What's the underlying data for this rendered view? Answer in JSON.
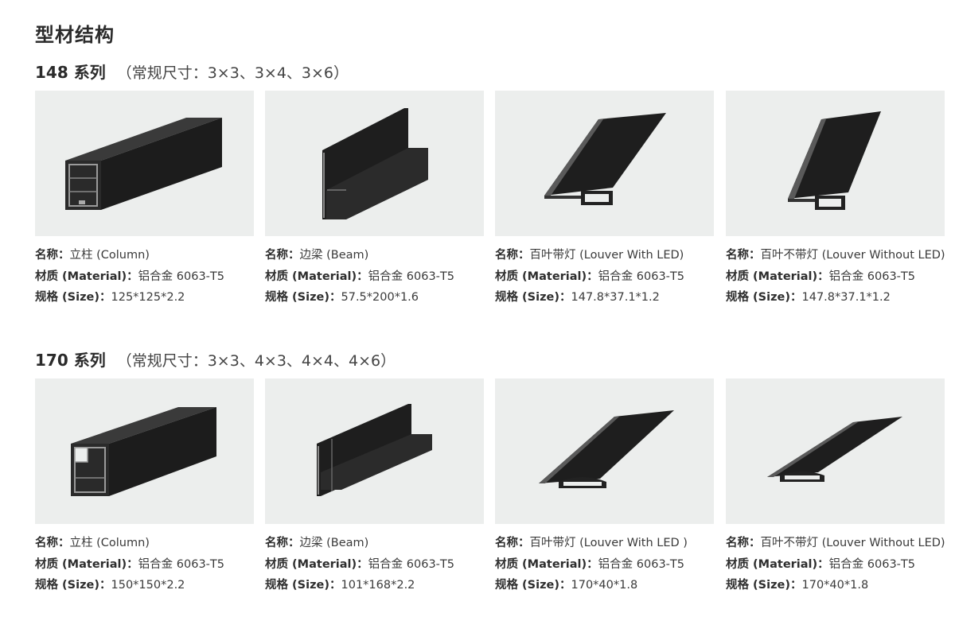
{
  "page": {
    "title": "型材结构"
  },
  "labels": {
    "name": "名称：",
    "material": "材质 (Material)：",
    "size": "规格 (Size)："
  },
  "colors": {
    "image_bg": "#eceeed",
    "profile": "#1c1c1c",
    "text": "#333333"
  },
  "series": [
    {
      "name": "148 系列",
      "sizes": "（常规尺寸：3×3、3×4、3×6）",
      "products": [
        {
          "name": "立柱 (Column)",
          "material": "铝合金 6063-T5",
          "size": "125*125*2.2",
          "icon": "column-profile"
        },
        {
          "name": "边梁 (Beam)",
          "material": "铝合金 6063-T5",
          "size": "57.5*200*1.6",
          "icon": "beam-profile"
        },
        {
          "name": "百叶带灯 (Louver With LED)",
          "material": "铝合金 6063-T5",
          "size": "147.8*37.1*1.2",
          "icon": "louver-led-profile"
        },
        {
          "name": "百叶不带灯 (Louver Without LED)",
          "material": "铝合金 6063-T5",
          "size": "147.8*37.1*1.2",
          "icon": "louver-profile"
        }
      ]
    },
    {
      "name": "170 系列",
      "sizes": "（常规尺寸：3×3、4×3、4×4、4×6）",
      "products": [
        {
          "name": "立柱 (Column)",
          "material": "铝合金 6063-T5",
          "size": "150*150*2.2",
          "icon": "column-profile"
        },
        {
          "name": "边梁 (Beam)",
          "material": "铝合金 6063-T5",
          "size": "101*168*2.2",
          "icon": "beam-profile"
        },
        {
          "name": "百叶带灯 (Louver With LED )",
          "material": "铝合金 6063-T5",
          "size": "170*40*1.8",
          "icon": "louver-led-profile"
        },
        {
          "name": "百叶不带灯 (Louver Without LED)",
          "material": "铝合金 6063-T5",
          "size": "170*40*1.8",
          "icon": "louver-profile"
        }
      ]
    }
  ]
}
